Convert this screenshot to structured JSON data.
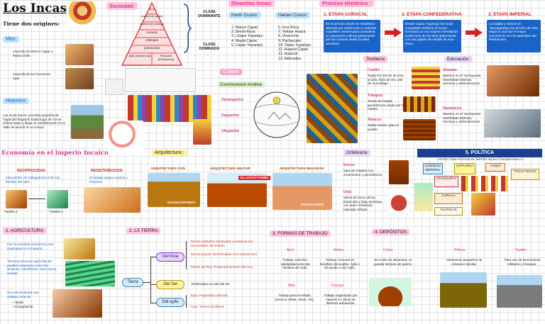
{
  "title": "Los Incas",
  "origins": {
    "heading": "Tiene dos orígines:",
    "mito_label": "Mito:",
    "mito_items": [
      "Leyenda de Manco Capac y Mama Ocllo",
      "Leyenda de los hermanos Ayar"
    ],
    "historico_label": "Historico:",
    "historico_text": "Los Incas fueron una tribu pequeña de Tiapucolo llegando hasta lugar de crecer chinos hasta y llegar se establecieron en el Valle de asumir en el cuerpo."
  },
  "sociedad": {
    "label": "Sociedad:",
    "pyramid": [
      "Inca",
      "nobleza de sangre",
      "nobleza de privilegio",
      "curacas",
      "mitimaes",
      "yanaconas",
      "Hatun Runas (Hatunrunas)"
    ],
    "pyramid_bottom": [
      "Ayllu (Hatunruna)",
      "Pinacuna (Prisioneros)"
    ],
    "clase_dominante": "CLASE DOMINANTE",
    "clase_dominada": "CLASE DOMINADA"
  },
  "dinastias": {
    "label": "Dinastías Incas:",
    "hurin_label": "Hurin Cusco:",
    "hurin": [
      "Manco Capac",
      "Sinchi Roca",
      "Lloque Yupanqui",
      "Mayta Capac",
      "Capac Yupanqui"
    ],
    "hanan_label": "Hanan Cusco:",
    "hanan": [
      "Inca Roca",
      "Yahuar Huaca",
      "Viracocha",
      "Pachacutec",
      "Tupac Yupanqui",
      "Huayna Capac",
      "Huascar",
      "Atahualpa"
    ]
  },
  "cultura": {
    "label": "Cultura",
    "cosmovision": "Cosmovision Andina",
    "worlds": [
      "Hananpacha",
      "Kaypacha",
      "Ukupacha"
    ]
  },
  "proceso": {
    "label": "Proceso Histórico :",
    "etapas": [
      {
        "title": "1. ETAPA CURACAL",
        "text": "Es el periodo donde se establecio alianzas por matrimonio y controlar a pueblos vecinos para considerar su autonomía cultural gobernando por los curacas desde la edad ancestral."
      },
      {
        "title": "2. ETAPA CONFEDERATIVA",
        "text": "Desde Capac Yupanqui los incas conquistan territorio el Cusco formando un rico imperio heredando tradiciones de los Wari gobernando con sus golpes de estado de Inca Roca."
      },
      {
        "title": "3. ETAPA IMPERIAL",
        "text": "La batalla y victoria en Yahuarpampa fue el inicio de este etapa lo cual fue el mayor crecimiento con la expansión del Pachacutec."
      }
    ]
  },
  "textileria": {
    "label": "Textilería",
    "items": [
      {
        "name": "Cumbi:",
        "text": "Tejido fino hecho de lana vicuña, hilos de oro, piel de murciélago."
      },
      {
        "name": "Tokapus:",
        "text": "Tenías de franjas geométricas usado por los nobles."
      },
      {
        "name": "Abasca:",
        "text": "Tejido común, para el pueblo."
      }
    ]
  },
  "educacion": {
    "label": "Educación:",
    "items": [
      {
        "name": "Amauta:",
        "text": "Maestro en el Yachaywasi: enseñaban idiomas, escritura y administración."
      },
      {
        "name": "Harawicus:",
        "text": "Maestro en el Yachaywasi: enseñaban idiomas, escritura y administración."
      }
    ]
  },
  "economia": {
    "label": "Economía en el imperio Incaico",
    "reciprocidad": "RECIPROCIDAD",
    "reciprocidad_text": "Intercambio de trabajadores entre las familias del Ayllu",
    "redistribucion": "REDISTRIBUCION",
    "redistribucion_text": "El estado asigna medios y recursos",
    "familia1": "Familia 1",
    "familia2": "Familia 2"
  },
  "arquitectura": {
    "label": "Arquitectura :",
    "items": [
      {
        "name": "ARQUITECTURA CIVIL",
        "place": "HUANUCOPAMPA"
      },
      {
        "name": "ARQUITECTURA MILITAR",
        "place": "OLLANTAYTAMBO"
      },
      {
        "name": "ARQUITECTURA RELIGIOSA",
        "place": "PACHACAMAC"
      }
    ]
  },
  "orfebreria": {
    "label": "Orfebrería",
    "items": [
      {
        "name": "Keros:",
        "text": "Vaso de madera con ornamentos y geométricos."
      },
      {
        "name": "Urpi:",
        "text": "Vasos de boca cónica, fondo alto y bola, terminan con asas cerámicas. Llamado Aríbalo."
      }
    ]
  },
  "politica": {
    "label": "5. POLÍTICA",
    "subtitle": "ESTRUCTURA POLITICA DEL IMPERIO INCAICO TAHUANTINSUYO",
    "nodes": [
      "SAPA INCA",
      "AUQUI",
      "CONSEJO IMPERIAL",
      "TUCUY RICOC",
      "APUSQUIPAY",
      "CURACA",
      "TUCRICUC"
    ]
  },
  "agricultura": {
    "label": "1. AGRICULTURA",
    "text1": "Fue la actividad económica mas importante en el imperio.",
    "text2": "Técnicas técnicas agrícolas de pueblos anteriores como los: andenes, camellones, waru warus, cochas.",
    "text3": "Sus herramientas que usaban como la:",
    "tools": [
      "Taclla",
      "Chaquitaclla"
    ]
  },
  "tierra": {
    "label": "2. LA TIERRA",
    "center": "Tierra",
    "branches": [
      {
        "name": "Del Inca",
        "items": [
          "Tierras estatales: Dedicadas a sostener los necesidades del Estado",
          "Tierras grupos: Beneficiadas a la nobleza inca",
          "Tierras del Rey: Propiedad privada del Inca"
        ]
      },
      {
        "name": "Del Sol",
        "items": [
          "Destinadas al culto del sol"
        ]
      },
      {
        "name": "Del ayllu",
        "items": [
          "Topu: Propiedad colectiva",
          "Tupu: Tierras familiares"
        ]
      }
    ]
  },
  "trabajo": {
    "label": "3. FORMAS DE TRABAJO",
    "items": [
      {
        "name": "Ayni",
        "text": "Trabajo colectivo, solidaridad entre las familias del Ayllu."
      },
      {
        "name": "Minka",
        "text": "Trabajo comunal en beneficio del pueblo. Ayllu o de ayuda a otro Ayllu."
      },
      {
        "name": "Mita",
        "text": "Trabajo para el estado (servicio militar, obras, etc)."
      },
      {
        "name": "Chunga",
        "text": "Trabajo organizado por mujeres en obras de diversos artesanías."
      }
    ]
  },
  "depositos": {
    "label": "4. DEPÓSITOS",
    "items": [
      {
        "name": "Colca",
        "text": "Es el silo de alimentos, se guarda tiempos de guerra."
      },
      {
        "name": "Pirhua",
        "text": "Almacenes pequeños de consumo familiar."
      },
      {
        "name": "Tambo",
        "text": "Para uso de funcionarios militares y chasquis."
      }
    ]
  },
  "colors": {
    "pink": "#e0338a",
    "blue": "#1b5fbf",
    "red": "#d62020",
    "purple": "#8a2be2"
  },
  "icons": [
    "red-arrow-icon",
    "pyramid-icon",
    "bracket-icon"
  ]
}
